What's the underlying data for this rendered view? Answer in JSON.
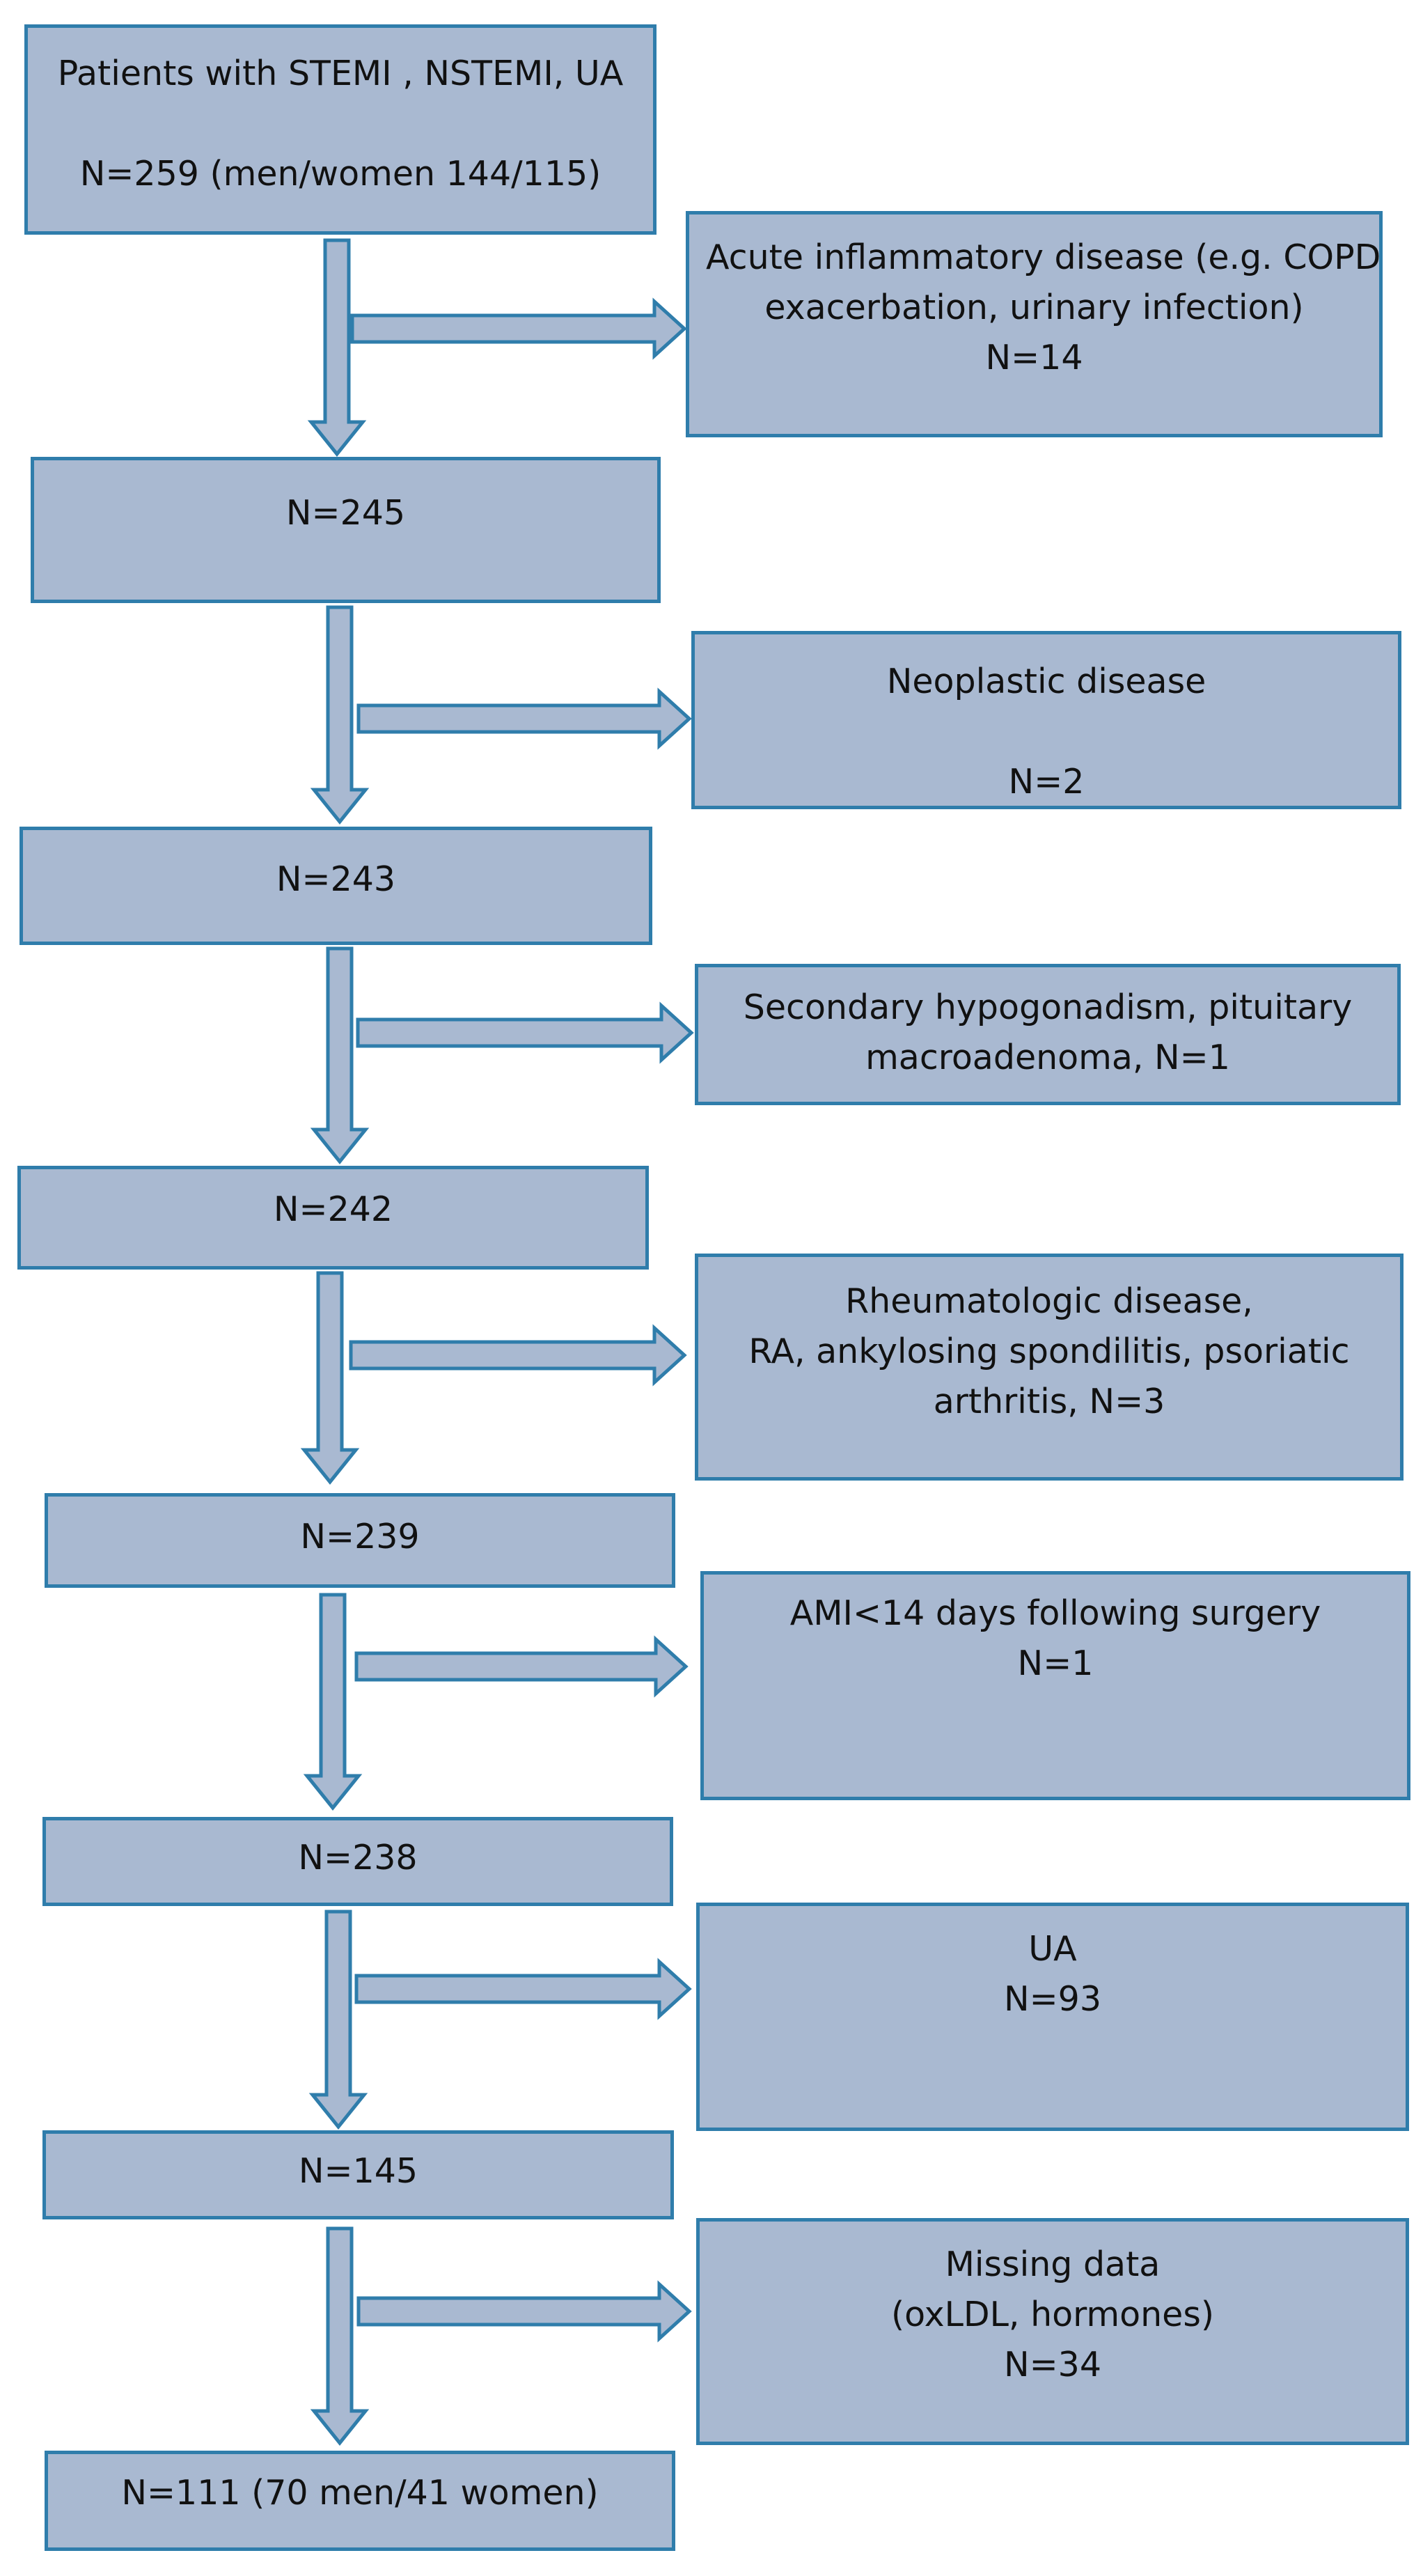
{
  "flowchart": {
    "main_boxes": [
      {
        "lines": [
          "Patients with STEMI , NSTEMI, UA",
          "",
          "N=259 (men/women 144/115)"
        ]
      },
      {
        "lines": [
          "N=245"
        ]
      },
      {
        "lines": [
          "N=243"
        ]
      },
      {
        "lines": [
          "N=242"
        ]
      },
      {
        "lines": [
          "N=239"
        ]
      },
      {
        "lines": [
          "N=238"
        ]
      },
      {
        "lines": [
          "N=145"
        ]
      },
      {
        "lines": [
          "N=111 (70 men/41 women)"
        ]
      }
    ],
    "exclusion_boxes": [
      {
        "lines": [
          "Acute inflammatory disease (e.g. COPD",
          "exacerbation, urinary infection)",
          "N=14"
        ]
      },
      {
        "lines": [
          "Neoplastic disease",
          "",
          "N=2"
        ]
      },
      {
        "lines": [
          "Secondary hypogonadism, pituitary",
          "macroadenoma, N=1"
        ]
      },
      {
        "lines": [
          "Rheumatologic disease,",
          "RA, ankylosing spondilitis, psoriatic",
          "arthritis, N=3"
        ]
      },
      {
        "lines": [
          "AMI<14 days following surgery",
          "N=1"
        ]
      },
      {
        "lines": [
          "UA",
          "N=93"
        ]
      },
      {
        "lines": [
          "Missing data",
          "(oxLDL, hormones)",
          "N=34"
        ]
      }
    ]
  },
  "colors": {
    "box_fill": "#a9b9d1",
    "box_border": "#2f7dab",
    "arrow_fill": "#a9b9d1",
    "arrow_stroke": "#2f7dab",
    "text": "#111111"
  }
}
